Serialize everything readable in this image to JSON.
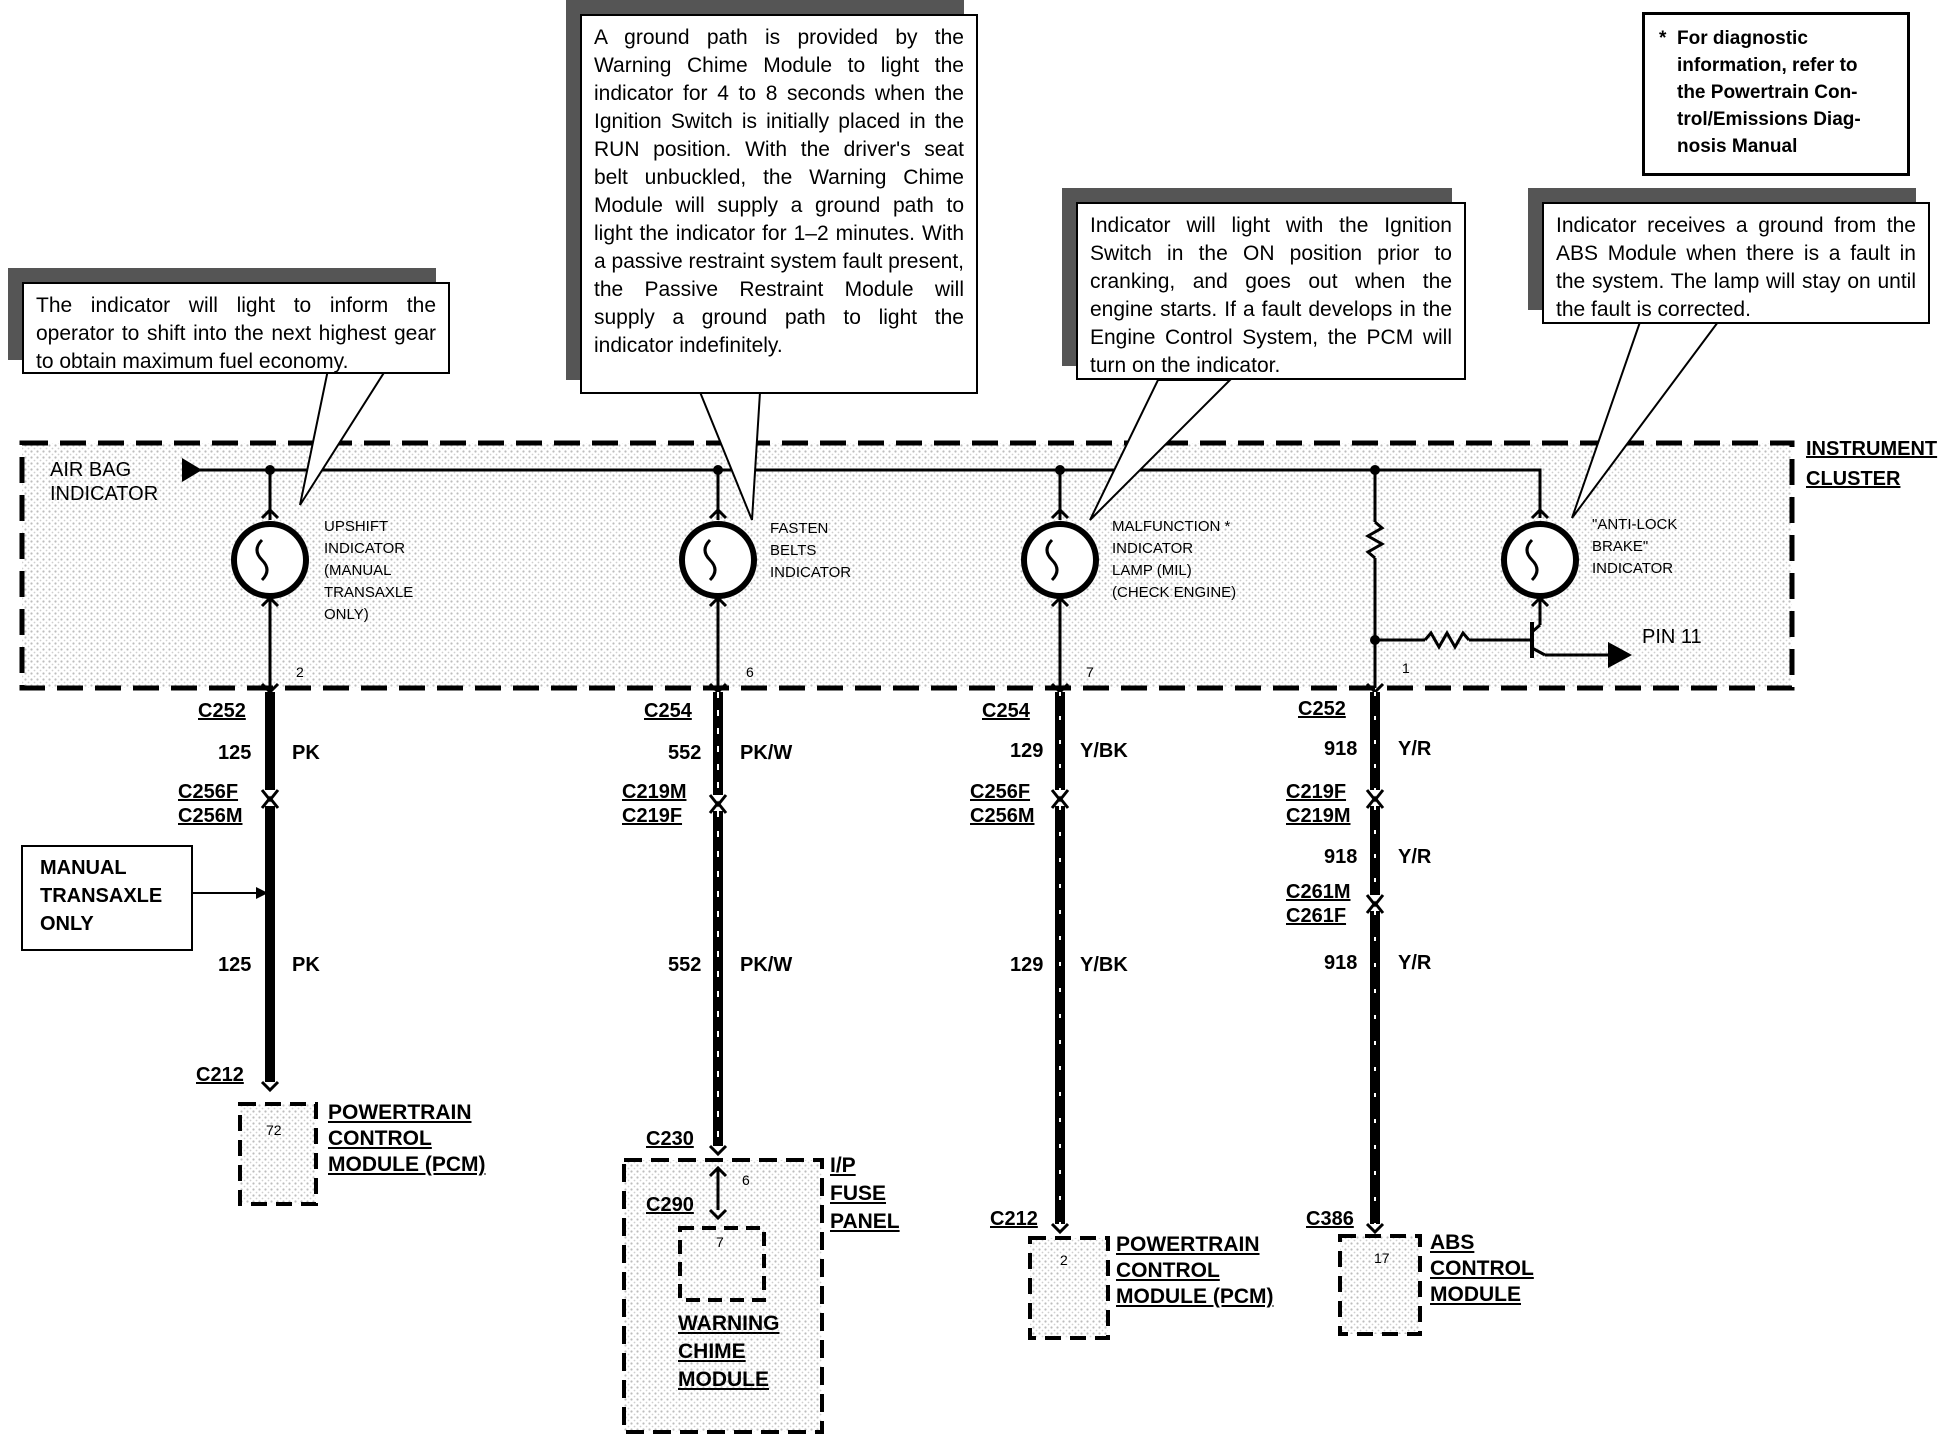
{
  "note": {
    "marker": "*",
    "lines": [
      "For diagnostic",
      "information, refer to",
      "the Powertrain Con-",
      "trol/Emissions Diag-",
      "nosis Manual"
    ]
  },
  "callouts": {
    "upshift": "The indicator will light to inform the operator to shift into the next highest gear to obtain maximum fuel economy.",
    "belts": "A ground path is provided by the Warning Chime Module to light the indicator for 4 to 8 seconds when the Ignition Switch is initially placed in the RUN position. With the driver's seat belt unbuckled, the Warning Chime Module will supply a ground path to light the indicator for 1–2 minutes. With a passive restraint system fault present, the Passive Restraint Module will supply a ground path to light the indicator indefinitely.",
    "mil": "Indicator will light with the Ignition Switch in the ON position prior to cranking, and goes out when the engine starts. If a fault develops in the Engine Control System, the PCM will turn on the indicator.",
    "abs": "Indicator receives a ground from the ABS Module when there is a fault in the system. The lamp will stay on until the fault is corrected."
  },
  "cluster": {
    "label": [
      "INSTRUMENT",
      "CLUSTER"
    ],
    "airbag": [
      "AIR BAG",
      "INDICATOR"
    ],
    "pin11": "PIN 11",
    "bulbs": [
      {
        "lines": [
          "UPSHIFT",
          "INDICATOR",
          "(MANUAL",
          "TRANSAXLE",
          "ONLY)"
        ],
        "pin": "2"
      },
      {
        "lines": [
          "FASTEN",
          "BELTS",
          "INDICATOR"
        ],
        "pin": "6"
      },
      {
        "lines": [
          "MALFUNCTION *",
          "INDICATOR",
          "LAMP (MIL)",
          "(CHECK ENGINE)"
        ],
        "pin": "7"
      },
      {
        "lines": [
          "\"ANTI-LOCK",
          "BRAKE\"",
          "INDICATOR"
        ],
        "pin": "1"
      }
    ]
  },
  "circuits": [
    {
      "top_connector": "C252",
      "wire1": {
        "number": "125",
        "color": "PK"
      },
      "inline1": [
        "C256F",
        "C256M"
      ],
      "wire2": {
        "number": "125",
        "color": "PK"
      },
      "bottom_connector": "C212",
      "module_pin": "72",
      "module": [
        "POWERTRAIN",
        "CONTROL",
        "MODULE (PCM)"
      ]
    },
    {
      "top_connector": "C254",
      "wire1": {
        "number": "552",
        "color": "PK/W"
      },
      "inline1": [
        "C219M",
        "C219F"
      ],
      "wire2": {
        "number": "552",
        "color": "PK/W"
      },
      "bottom_connector": "C230",
      "fuse_pin": "6",
      "fuse_panel": [
        "I/P",
        "FUSE",
        "PANEL"
      ],
      "inner_connector": "C290",
      "module_pin": "7",
      "module": [
        "WARNING",
        "CHIME",
        "MODULE"
      ]
    },
    {
      "top_connector": "C254",
      "wire1": {
        "number": "129",
        "color": "Y/BK"
      },
      "inline1": [
        "C256F",
        "C256M"
      ],
      "wire2": {
        "number": "129",
        "color": "Y/BK"
      },
      "bottom_connector": "C212",
      "module_pin": "2",
      "module": [
        "POWERTRAIN",
        "CONTROL",
        "MODULE (PCM)"
      ]
    },
    {
      "top_connector": "C252",
      "wire1": {
        "number": "918",
        "color": "Y/R"
      },
      "inline1": [
        "C219F",
        "C219M"
      ],
      "wire2": {
        "number": "918",
        "color": "Y/R"
      },
      "inline2": [
        "C261M",
        "C261F"
      ],
      "wire3": {
        "number": "918",
        "color": "Y/R"
      },
      "bottom_connector": "C386",
      "module_pin": "17",
      "module": [
        "ABS",
        "CONTROL",
        "MODULE"
      ]
    }
  ],
  "manual_box": [
    "MANUAL",
    "TRANSAXLE",
    "ONLY"
  ],
  "colors": {
    "ink": "#000000",
    "shade": "#555555",
    "stipple": "#c8c8c8"
  }
}
